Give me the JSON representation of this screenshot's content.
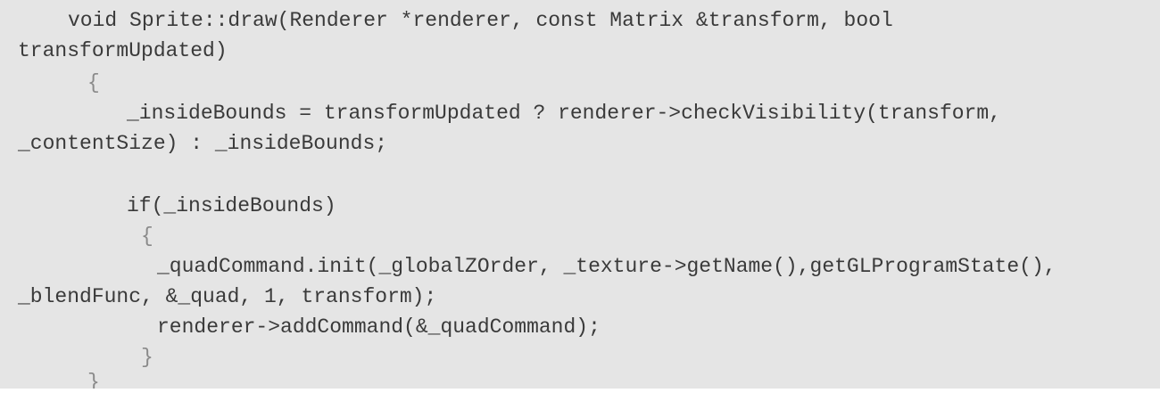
{
  "code": {
    "lines": [
      "void Sprite::draw(Renderer *renderer, const Matrix &transform, bool",
      "transformUpdated)",
      "{",
      "_insideBounds = transformUpdated ? renderer->checkVisibility(transform,",
      "_contentSize) : _insideBounds;",
      "if(_insideBounds)",
      "{",
      "_quadCommand.init(_globalZOrder, _texture->getName(),getGLProgramState(),",
      "_blendFunc, &_quad, 1, transform);",
      "renderer->addCommand(&_quadCommand);",
      "}",
      "}"
    ]
  }
}
